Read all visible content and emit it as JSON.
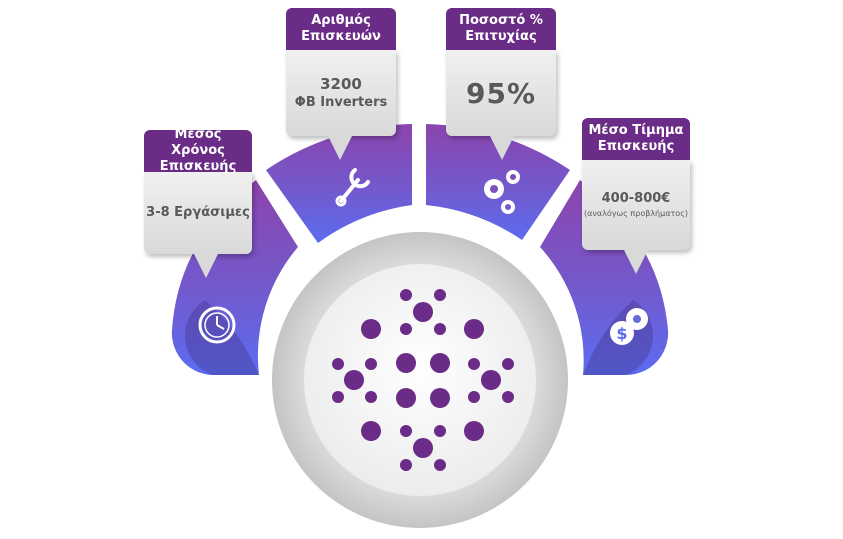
{
  "callouts": {
    "time": {
      "title_l1": "Μέσος Χρόνος",
      "title_l2": "Επισκευής",
      "value": "3-8 Εργάσιμες"
    },
    "repairs": {
      "title_l1": "Αριθμός",
      "title_l2": "Επισκευών",
      "value_l1": "3200",
      "value_l2": "ΦΒ Inverters"
    },
    "success": {
      "title_l1": "Ποσοστό %",
      "title_l2": "Επιτυχίας",
      "value": "95%"
    },
    "price": {
      "title_l1": "Μέσο Τίμημα",
      "title_l2": "Επισκευής",
      "value": "400-800€",
      "note": "(αναλόγως προβλήματος)"
    }
  },
  "icons": [
    "clock-icon",
    "wrench-icon",
    "gears-icon",
    "dollar-gear-icon",
    "dots-logo-icon"
  ],
  "colors": {
    "purple_dark": "#6a2c86",
    "purple_top": "#8a4aaf",
    "blue_bottom": "#5a6ee6",
    "grey": "#d9d9d9",
    "dot": "#6a2c86"
  }
}
